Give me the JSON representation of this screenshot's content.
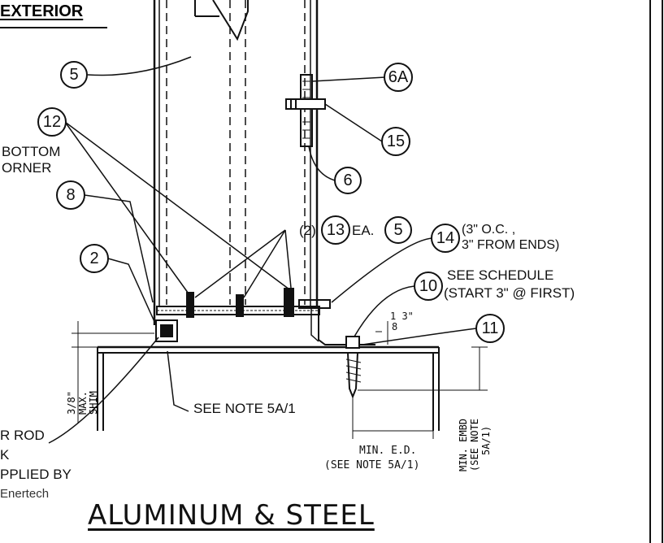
{
  "header": {
    "corner_label": "EXTERIOR"
  },
  "title": "ALUMINUM & STEEL",
  "callouts": {
    "c5": "5",
    "c6A": "6A",
    "c12": "12",
    "c15": "15",
    "c6": "6",
    "c8": "8",
    "c13": "13",
    "c5b": "5",
    "c14": "14",
    "c2": "2",
    "c10": "10",
    "c11": "11"
  },
  "notes": {
    "bottom_corner_1": "BOTTOM",
    "bottom_corner_2": "ORNER",
    "two_each_prefix": "(2)",
    "two_each_suffix": "EA.",
    "oc_1": "(3\" O.C. ,",
    "oc_2": "3\" FROM ENDS)",
    "schedule_1": "SEE SCHEDULE",
    "schedule_2": "(START 3\" @ FIRST)",
    "see_note": "SEE NOTE 5A/1",
    "rod_1": "R ROD",
    "rod_2": "K",
    "rod_3": "PPLIED BY",
    "rod_4": "Enertech",
    "min_ed_1": "MIN. E.D.",
    "min_ed_2": "(SEE NOTE 5A/1)"
  },
  "dimensions": {
    "gap": "1 3\"",
    "gap_den": "8",
    "shim_1": "3/8\"",
    "shim_2": "MAX.",
    "shim_3": "SHIM",
    "embd_1": "MIN. EMBD",
    "embd_2": "(SEE NOTE",
    "embd_3": "5A/1)"
  }
}
